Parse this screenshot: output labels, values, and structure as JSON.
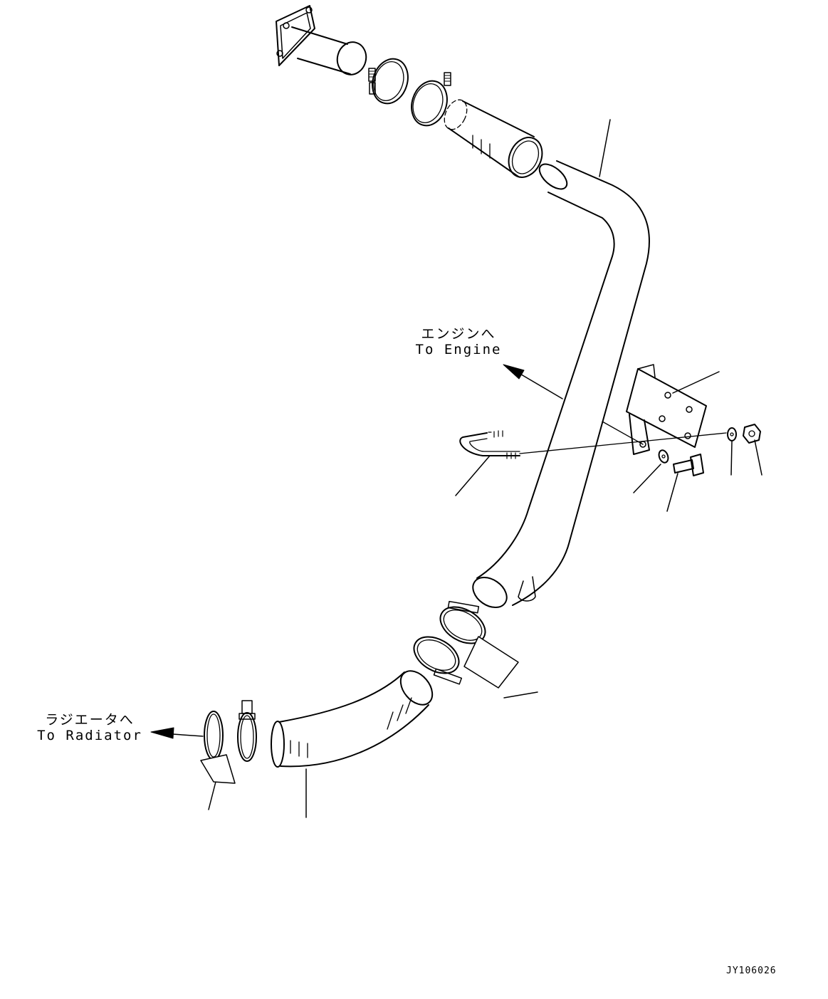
{
  "labels": {
    "engine_jp": "エンジンへ",
    "engine_en": "To Engine",
    "radiator_jp": "ラジエータへ",
    "radiator_en": "To Radiator"
  },
  "drawing_code": "JY106026",
  "colors": {
    "line": "#000000",
    "background": "#ffffff"
  }
}
